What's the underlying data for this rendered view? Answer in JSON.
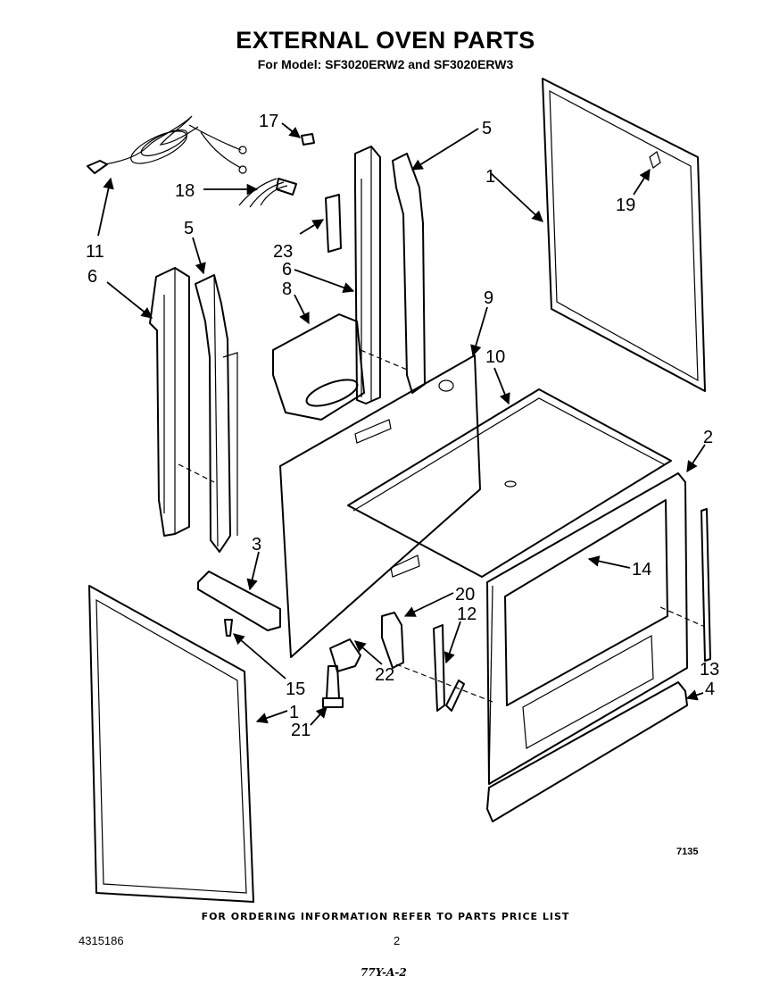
{
  "header": {
    "title": "EXTERNAL OVEN PARTS",
    "subtitle": "For Model: SF3020ERW2 and SF3020ERW3"
  },
  "callouts": [
    {
      "id": "c1a",
      "label": "1"
    },
    {
      "id": "c1b",
      "label": "1"
    },
    {
      "id": "c2",
      "label": "2"
    },
    {
      "id": "c3",
      "label": "3"
    },
    {
      "id": "c4",
      "label": "4"
    },
    {
      "id": "c5a",
      "label": "5"
    },
    {
      "id": "c5b",
      "label": "5"
    },
    {
      "id": "c6a",
      "label": "6"
    },
    {
      "id": "c6b",
      "label": "6"
    },
    {
      "id": "c8",
      "label": "8"
    },
    {
      "id": "c9",
      "label": "9"
    },
    {
      "id": "c10",
      "label": "10"
    },
    {
      "id": "c11",
      "label": "11"
    },
    {
      "id": "c12",
      "label": "12"
    },
    {
      "id": "c13",
      "label": "13"
    },
    {
      "id": "c14",
      "label": "14"
    },
    {
      "id": "c15",
      "label": "15"
    },
    {
      "id": "c17",
      "label": "17"
    },
    {
      "id": "c18",
      "label": "18"
    },
    {
      "id": "c19",
      "label": "19"
    },
    {
      "id": "c20",
      "label": "20"
    },
    {
      "id": "c21",
      "label": "21"
    },
    {
      "id": "c22",
      "label": "22"
    },
    {
      "id": "c23",
      "label": "23"
    }
  ],
  "footer": {
    "ordering_note": "FOR ORDERING INFORMATION REFER TO PARTS PRICE LIST",
    "document_number": "4315186",
    "page_number": "2",
    "figure_ref": "7135",
    "handwritten_note": "77Y-A-2"
  }
}
